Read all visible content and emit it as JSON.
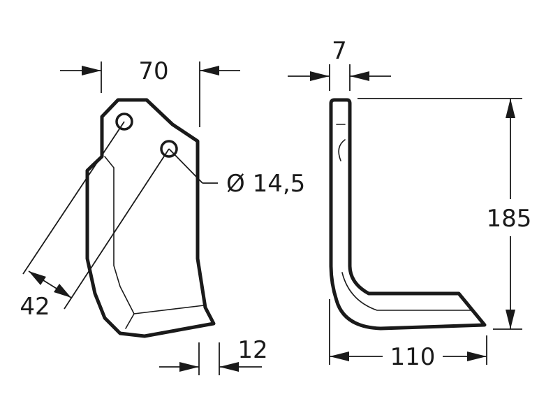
{
  "dimensions": {
    "width_top": "70",
    "thickness": "7",
    "hole_diameter": "Ø 14,5",
    "height": "185",
    "hole_spacing": "42",
    "tip_width": "12",
    "foot_length": "110"
  }
}
